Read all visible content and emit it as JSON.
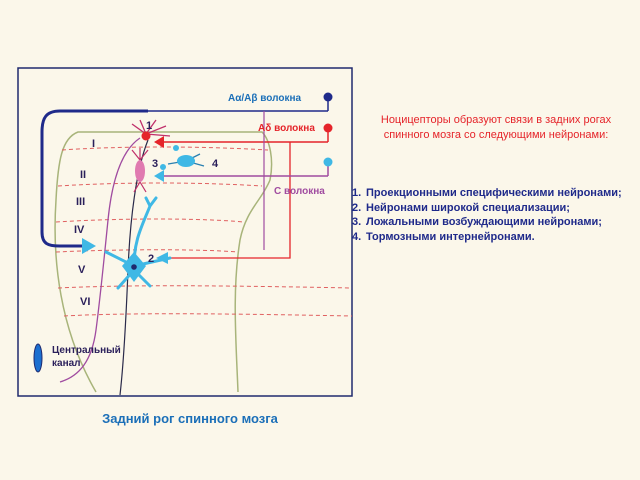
{
  "diagram": {
    "laminae": [
      "I",
      "II",
      "III",
      "IV",
      "V",
      "VI"
    ],
    "neuron_numbers": [
      "1",
      "2",
      "3",
      "4"
    ],
    "fibers": {
      "a_alpha_beta": "Aα/Aβ волокна",
      "a_delta": "Aδ волокна",
      "c": "С волокна"
    },
    "central_canal": [
      "Центральный",
      "канал"
    ],
    "caption": "Задний рог спинного мозга"
  },
  "info": {
    "title": "Ноцицепторы образуют связи в задних рогах спинного мозга со следующими нейронами:",
    "items": [
      {
        "marker": "1.",
        "text": "Проекционными специфическими нейронами;"
      },
      {
        "marker": "2.",
        "text": "Нейронами широкой специализации;"
      },
      {
        "marker": "3.",
        "text": "Ложальными возбуждающими нейронами;"
      },
      {
        "marker": "4.",
        "text": "Тормозными интернейронами."
      }
    ]
  },
  "colors": {
    "background": "#fbf7ea",
    "frame": "#1f2a6e",
    "a_alpha_beta_fiber": "#1f2a8a",
    "a_delta_fiber": "#e5242a",
    "c_fiber": "#a04ca0",
    "neuron_cyan": "#3fb8e5",
    "laminar_lines": "#e06060",
    "outline": "#a8b47a",
    "caption": "#1b6fb8",
    "title": "#e5242a"
  }
}
